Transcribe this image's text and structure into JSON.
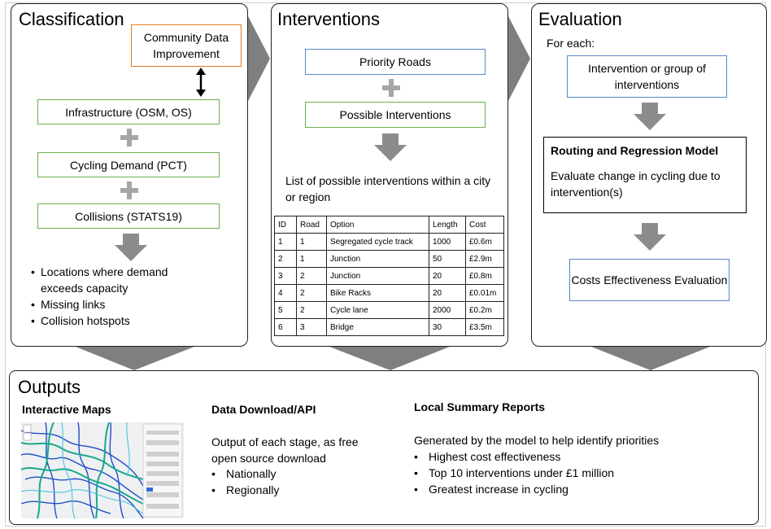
{
  "classification": {
    "title": "Classification",
    "community_box": "Community Data Improvement",
    "infrastructure_box": "Infrastructure (OSM, OS)",
    "demand_box": "Cycling Demand  (PCT)",
    "collisions_box": "Collisions (STATS19)",
    "bullets": [
      "Locations where demand exceeds capacity",
      "Missing links",
      "Collision hotspots"
    ]
  },
  "interventions": {
    "title": "Interventions",
    "priority_box": "Priority Roads",
    "possible_box": "Possible Interventions",
    "list_text": "List of possible interventions within a city or region",
    "table": {
      "headers": [
        "ID",
        "Road",
        "Option",
        "Length",
        "Cost"
      ],
      "rows": [
        [
          "1",
          "1",
          "Segregated cycle track",
          "1000",
          "£0.6m"
        ],
        [
          "2",
          "1",
          "Junction",
          "50",
          "£2.9m"
        ],
        [
          "3",
          "2",
          "Junction",
          "20",
          "£0.8m"
        ],
        [
          "4",
          "2",
          "Bike Racks",
          "20",
          "£0.01m"
        ],
        [
          "5",
          "2",
          "Cycle lane",
          "2000",
          "£0.2m"
        ],
        [
          "6",
          "3",
          "Bridge",
          "30",
          "£3.5m"
        ]
      ]
    }
  },
  "evaluation": {
    "title": "Evaluation",
    "for_each": "For each:",
    "group_box": "Intervention or group of interventions",
    "model_title": "Routing and Regression Model",
    "model_text": "Evaluate change in cycling due to intervention(s)",
    "costs_box": "Costs Effectiveness Evaluation"
  },
  "outputs": {
    "title": "Outputs",
    "maps_title": "Interactive Maps",
    "download_title": "Data Download/API",
    "download_text": "Output of each stage, as free open source download",
    "download_bullets": [
      "Nationally",
      "Regionally"
    ],
    "reports_title": "Local Summary Reports",
    "reports_text": "Generated by the model to help identify priorities",
    "reports_bullets": [
      "Highest cost effectiveness",
      "Top 10 interventions under £1 million",
      "Greatest increase in cycling"
    ]
  },
  "colors": {
    "green_border": "#6ab04c",
    "orange_border": "#e07b24",
    "blue_border": "#5a8ac6",
    "arrow_gray": "#8c8c8c",
    "chevron_gray": "#7f7f7f"
  }
}
